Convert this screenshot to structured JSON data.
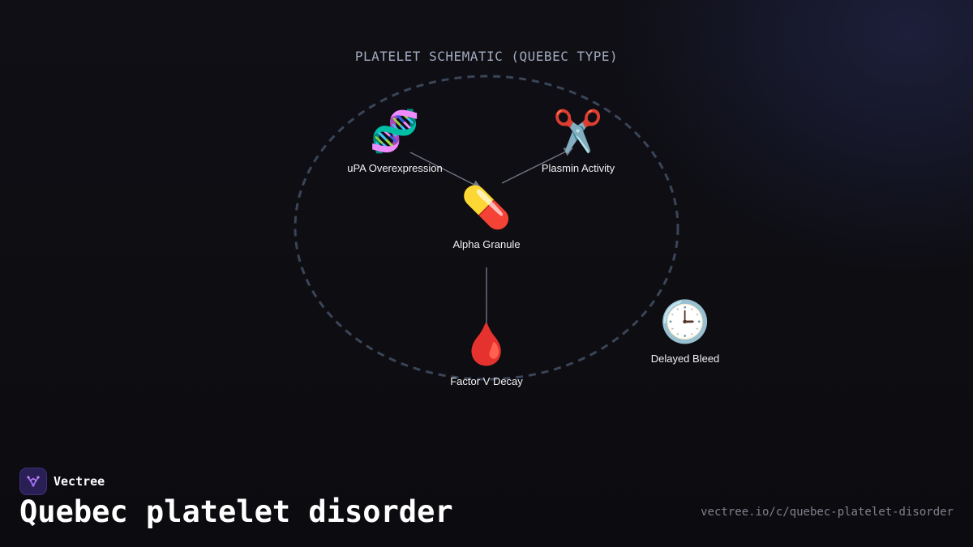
{
  "diagram": {
    "title": "PLATELET SCHEMATIC (QUEBEC TYPE)",
    "nodes": [
      {
        "id": "upa",
        "label": "uPA Overexpression",
        "icon": "dna-icon",
        "glyph": "🧬"
      },
      {
        "id": "plasmin",
        "label": "Plasmin Activity",
        "icon": "scissors-icon",
        "glyph": "✂️"
      },
      {
        "id": "alpha",
        "label": "Alpha Granule",
        "icon": "pill-icon",
        "glyph": "💊"
      },
      {
        "id": "factorv",
        "label": "Factor V Decay",
        "icon": "blood-drop-icon",
        "glyph": "🩸"
      },
      {
        "id": "bleed",
        "label": "Delayed Bleed",
        "icon": "clock-icon",
        "glyph": "🕒"
      }
    ],
    "edges": [
      {
        "from": "uPA Overexpression",
        "to": "Alpha Granule"
      },
      {
        "from": "Alpha Granule",
        "to": "Plasmin Activity"
      },
      {
        "from": "Alpha Granule",
        "to": "Factor V Decay"
      }
    ],
    "colors": {
      "boundary": "#3a4558",
      "edge": "#6e7686",
      "background": "#0e0e13",
      "brand_accent": "#8b5cf6"
    }
  },
  "brand": {
    "name": "Vectree",
    "logo_icon": "vectree-logo-icon"
  },
  "footer": {
    "title": "Quebec platelet disorder",
    "url": "vectree.io/c/quebec-platelet-disorder"
  }
}
